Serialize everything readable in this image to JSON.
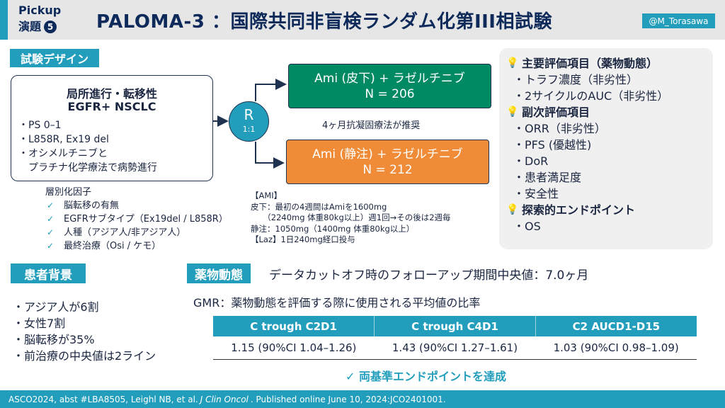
{
  "header": {
    "pickup": "Pickup",
    "pickup_sub": "演題",
    "pickup_num": "5",
    "title": "PALOMA-3 ：国際共同非盲検ランダム化第III相試験",
    "handle": "@M_Torasawa"
  },
  "design": {
    "section_label": "試験デザイン",
    "eligibility": {
      "title_line1": "局所進行・転移性",
      "title_line2": "EGFR+ NSCLC",
      "items": [
        "・PS 0–1",
        "・L858R, Ex19 del",
        "・オシメルチニブと",
        "　プラチナ化学療法で病勢進行"
      ]
    },
    "randomization": {
      "letter": "R",
      "ratio": "1:1"
    },
    "arms": [
      {
        "label": "Ami (皮下) + ラゼルチニブ",
        "n": "N = 206",
        "color": "#008a64"
      },
      {
        "label": "Ami (静注) + ラゼルチニブ",
        "n": "N = 212",
        "color": "#f08c37"
      }
    ],
    "anticoag_note": "4ヶ月抗凝固療法が推奨",
    "stratification": {
      "title": "層別化因子",
      "items": [
        "脳転移の有無",
        "EGFRサブタイプ（Ex19del / L858R）",
        "人種（アジア人/非アジア人）",
        "最終治療（Osi / ケモ）"
      ]
    },
    "dosing": [
      "【AMI】",
      "皮下：最初の4週間はAmiを1600mg",
      "　　（2240mg 体重80kg以上）週1回→その後は2週毎",
      "静注：1050mg（1400mg 体重80kg以上）",
      "【Laz】1日240mg経口投与"
    ]
  },
  "endpoints": {
    "groups": [
      {
        "title": "主要評価項目（薬物動態）",
        "items": [
          "・トラフ濃度（非劣性）",
          "・2サイクルのAUC（非劣性）"
        ]
      },
      {
        "title": "副次評価項目",
        "items": [
          "・ORR（非劣性）",
          "・PFS (優越性)",
          "・DoR",
          "・患者満足度",
          "・安全性"
        ]
      },
      {
        "title": "探索的エンドポイント",
        "items": [
          "・OS"
        ]
      }
    ]
  },
  "patients": {
    "section_label": "患者背景",
    "items": [
      "・アジア人が6割",
      "・女性7割",
      "・脳転移が35%",
      "・前治療の中央値は2ライン"
    ]
  },
  "pk": {
    "section_label": "薬物動態",
    "followup": "データカットオフ時のフォローアップ期間中央値：7.0ヶ月",
    "gmr_note": "GMR：薬物動態を評価する際に使用される平均値の比率",
    "table": {
      "headers": [
        "C trough C2D1",
        "C trough C4D1",
        "C2 AUCD1-D15"
      ],
      "values": [
        "1.15 (90%CI 1.04–1.26)",
        "1.43 (90%CI 1.27–1.61)",
        "1.03 (90%CI 0.98–1.09)"
      ]
    },
    "achieved": "✓ 両基準エンドポイントを達成"
  },
  "footer": {
    "pre": "ASCO2024, abst #LBA8505, Leighl NB, et al.",
    "journal": "J Clin Oncol",
    "post": ". Published online June 10, 2024:JCO2401001."
  },
  "colors": {
    "accent": "#229ebc",
    "navy": "#0e2a5a",
    "green_arm": "#008a64",
    "orange_arm": "#f08c37"
  }
}
